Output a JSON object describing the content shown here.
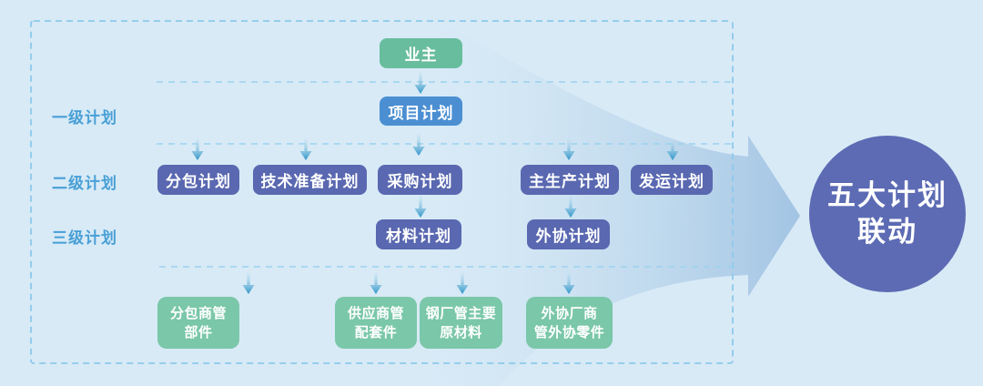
{
  "diagram": {
    "row_labels": [
      {
        "id": "level1",
        "text": "一级计划"
      },
      {
        "id": "level2",
        "text": "二级计划"
      },
      {
        "id": "level3",
        "text": "三级计划"
      }
    ],
    "nodes": {
      "owner": "业主",
      "project_plan": "项目计划",
      "level2_plans": [
        "分包计划",
        "技术准备计划",
        "采购计划",
        "主生产计划",
        "发运计划"
      ],
      "level3_plans": [
        "材料计划",
        "外协计划"
      ],
      "supplier_boxes": [
        {
          "line1": "分包商管",
          "line2": "部件"
        },
        {
          "line1": "供应商管",
          "line2": "配套件"
        },
        {
          "line1": "钢厂管主要",
          "line2": "原材料"
        },
        {
          "line1": "外协厂商",
          "line2": "管外协零件"
        }
      ]
    },
    "result_circle": {
      "line1": "五大计划",
      "line2": "联动"
    },
    "colors": {
      "background": "#d8eaf6",
      "green_box": "#68bd9e",
      "green_box_light": "#7ac7a9",
      "blue_box": "#4b8fd2",
      "purple_box": "#5968b0",
      "circle": "#5c6bb3",
      "row_label_text": "#49a0d6",
      "dashed_border": "#8cc9ec",
      "small_arrow": "#2e95c8",
      "flow_arrow": "#a2c4e3"
    },
    "icons": {
      "arrow_down": "arrow-down-icon",
      "flow_arrow": "flow-arrow-icon"
    }
  }
}
